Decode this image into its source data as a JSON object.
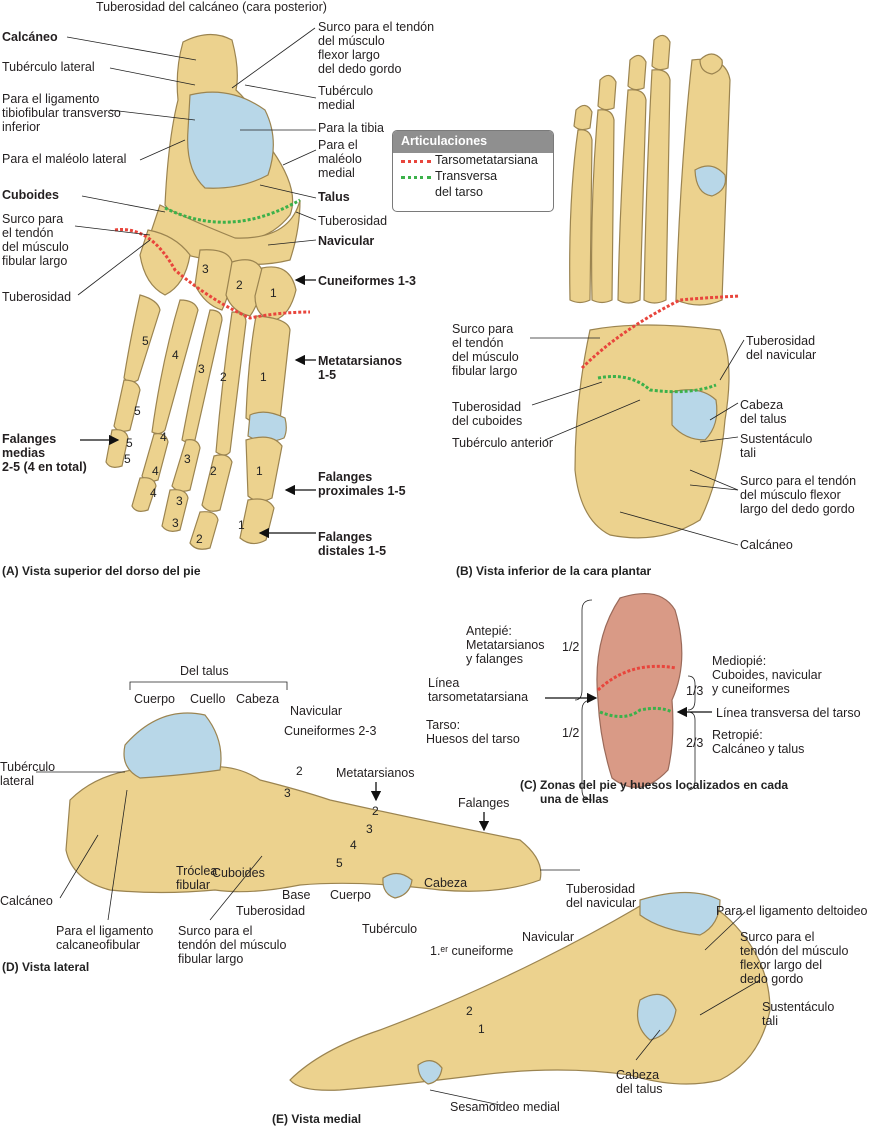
{
  "legend": {
    "title": "Articulaciones",
    "items": [
      {
        "label": "Tarsometatarsiana",
        "color": "#e8453c"
      },
      {
        "label": "Transversa",
        "label2": "del tarso",
        "color": "#3cb14a"
      }
    ]
  },
  "colors": {
    "bone": "#ecd28e",
    "bone_edge": "#9b8450",
    "cartilage": "#b8d7e8",
    "sole": "#d99a86"
  },
  "panels": {
    "A": {
      "caption": "(A) Vista superior del dorso del pie",
      "labels": {
        "tuberosidad_calcaneo": "Tuberosidad del calcáneo (cara posterior)",
        "calcaneo": "Calcáneo",
        "tuberculo_lateral": "Tubérculo lateral",
        "ligamento_tibiofibular": "Para el ligamento\ntibiofibular transverso\ninferior",
        "maleolo_lateral": "Para el maléolo lateral",
        "cuboides": "Cuboides",
        "surco_fibular": "Surco para\nel tendón\ndel músculo\nfibular largo",
        "tuberosidad": "Tuberosidad",
        "surco_flexor": "Surco para el tendón\ndel músculo\nflexor largo\ndel dedo gordo",
        "tuberculo_medial": "Tubérculo\nmedial",
        "para_tibia": "Para la tibia",
        "maleolo_medial": "Para el\nmaléolo\nmedial",
        "talus": "Talus",
        "tuberosidad2": "Tuberosidad",
        "navicular": "Navicular",
        "cuneiformes": "Cuneiformes 1-3",
        "metatarsianos": "Metatarsianos\n1-5",
        "falanges_medias": "Falanges\nmedias\n2-5 (4 en total)",
        "falanges_proximales": "Falanges\nproximales 1-5",
        "falanges_distales": "Falanges\ndistales 1-5"
      }
    },
    "B": {
      "caption": "(B) Vista inferior de la cara plantar",
      "labels": {
        "surco_fibular": "Surco para\nel tendón\ndel músculo\nfibular largo",
        "tuberosidad_cuboides": "Tuberosidad\ndel cuboides",
        "tuberculo_anterior": "Tubérculo anterior",
        "tuberosidad_navicular": "Tuberosidad\ndel navicular",
        "cabeza_talus": "Cabeza\ndel talus",
        "sustentaculo": "Sustentáculo\ntali",
        "surco_flexor": "Surco para el tendón\ndel músculo flexor\nlargo del dedo gordo",
        "calcaneo": "Calcáneo"
      }
    },
    "C": {
      "caption": "(C) Zonas del pie y huesos localizados en cada\n      una de ellas",
      "labels": {
        "antepie": "Antepié:\nMetatarsianos\ny falanges",
        "frac_antepie": "1/2",
        "linea_tm": "Línea\ntarsometatarsiana",
        "tarso": "Tarso:\nHuesos del tarso",
        "frac_tarso": "1/2",
        "mediopie": "Mediopié:\nCuboides, navicular\ny cuneiformes",
        "frac_mediopie": "1/3",
        "linea_tt": "Línea transversa del tarso",
        "retropie": "Retropié:\nCalcáneo y talus",
        "frac_retropie": "2/3"
      }
    },
    "D": {
      "caption": "(D) Vista lateral",
      "labels": {
        "del_talus": "Del talus",
        "cuerpo": "Cuerpo",
        "cuello": "Cuello",
        "cabeza": "Cabeza",
        "navicular": "Navicular",
        "cuneiformes": "Cuneiformes 2-3",
        "metatarsianos": "Metatarsianos",
        "falanges": "Falanges",
        "tuberculo_lateral": "Tubérculo\nlateral",
        "calcaneo": "Calcáneo",
        "troclea": "Tróclea\nfibular",
        "cuboides": "Cuboides",
        "base": "Base",
        "cuerpo_mt": "Cuerpo",
        "cabeza_mt": "Cabeza",
        "tuberosidad": "Tuberosidad",
        "tuberculo": "Tubérculo",
        "lig_calcaneofibular": "Para el ligamento\ncalcaneofibular",
        "surco_fibular": "Surco para el\ntendón del músculo\nfibular largo"
      }
    },
    "E": {
      "caption": "(E) Vista medial",
      "labels": {
        "tuberosidad_navicular": "Tuberosidad\ndel navicular",
        "lig_deltoideo": "Para el ligamento deltoideo",
        "navicular": "Navicular",
        "cuneiforme": "1.ᵉʳ cuneiforme",
        "surco_flexor": "Surco para el\ntendón del músculo\nflexor largo del\ndedo gordo",
        "sustentaculo": "Sustentáculo\ntali",
        "cabeza_talus": "Cabeza\ndel talus",
        "sesamoideo": "Sesamoideo medial"
      }
    }
  },
  "numbers": {
    "A_cun3": "3",
    "A_cun2": "2",
    "A_cun1": "1",
    "A_mt5": "5",
    "A_mt4": "4",
    "A_mt3": "3",
    "A_mt2": "2",
    "A_mt1": "1",
    "A_pm5": "5",
    "A_pm4": "4",
    "A_pm3": "3",
    "A_pp5": "5",
    "A_pp4": "4",
    "A_pp3": "3",
    "A_pp2": "2",
    "A_pp1": "1",
    "A_d5": "5",
    "A_d4": "4",
    "A_d3": "3",
    "A_d2": "2",
    "A_d1": "1",
    "D_2": "2",
    "D_3": "3",
    "D_mt2": "2",
    "D_mt3": "3",
    "D_mt4": "4",
    "D_mt5": "5",
    "E_2": "2",
    "E_1": "1"
  }
}
